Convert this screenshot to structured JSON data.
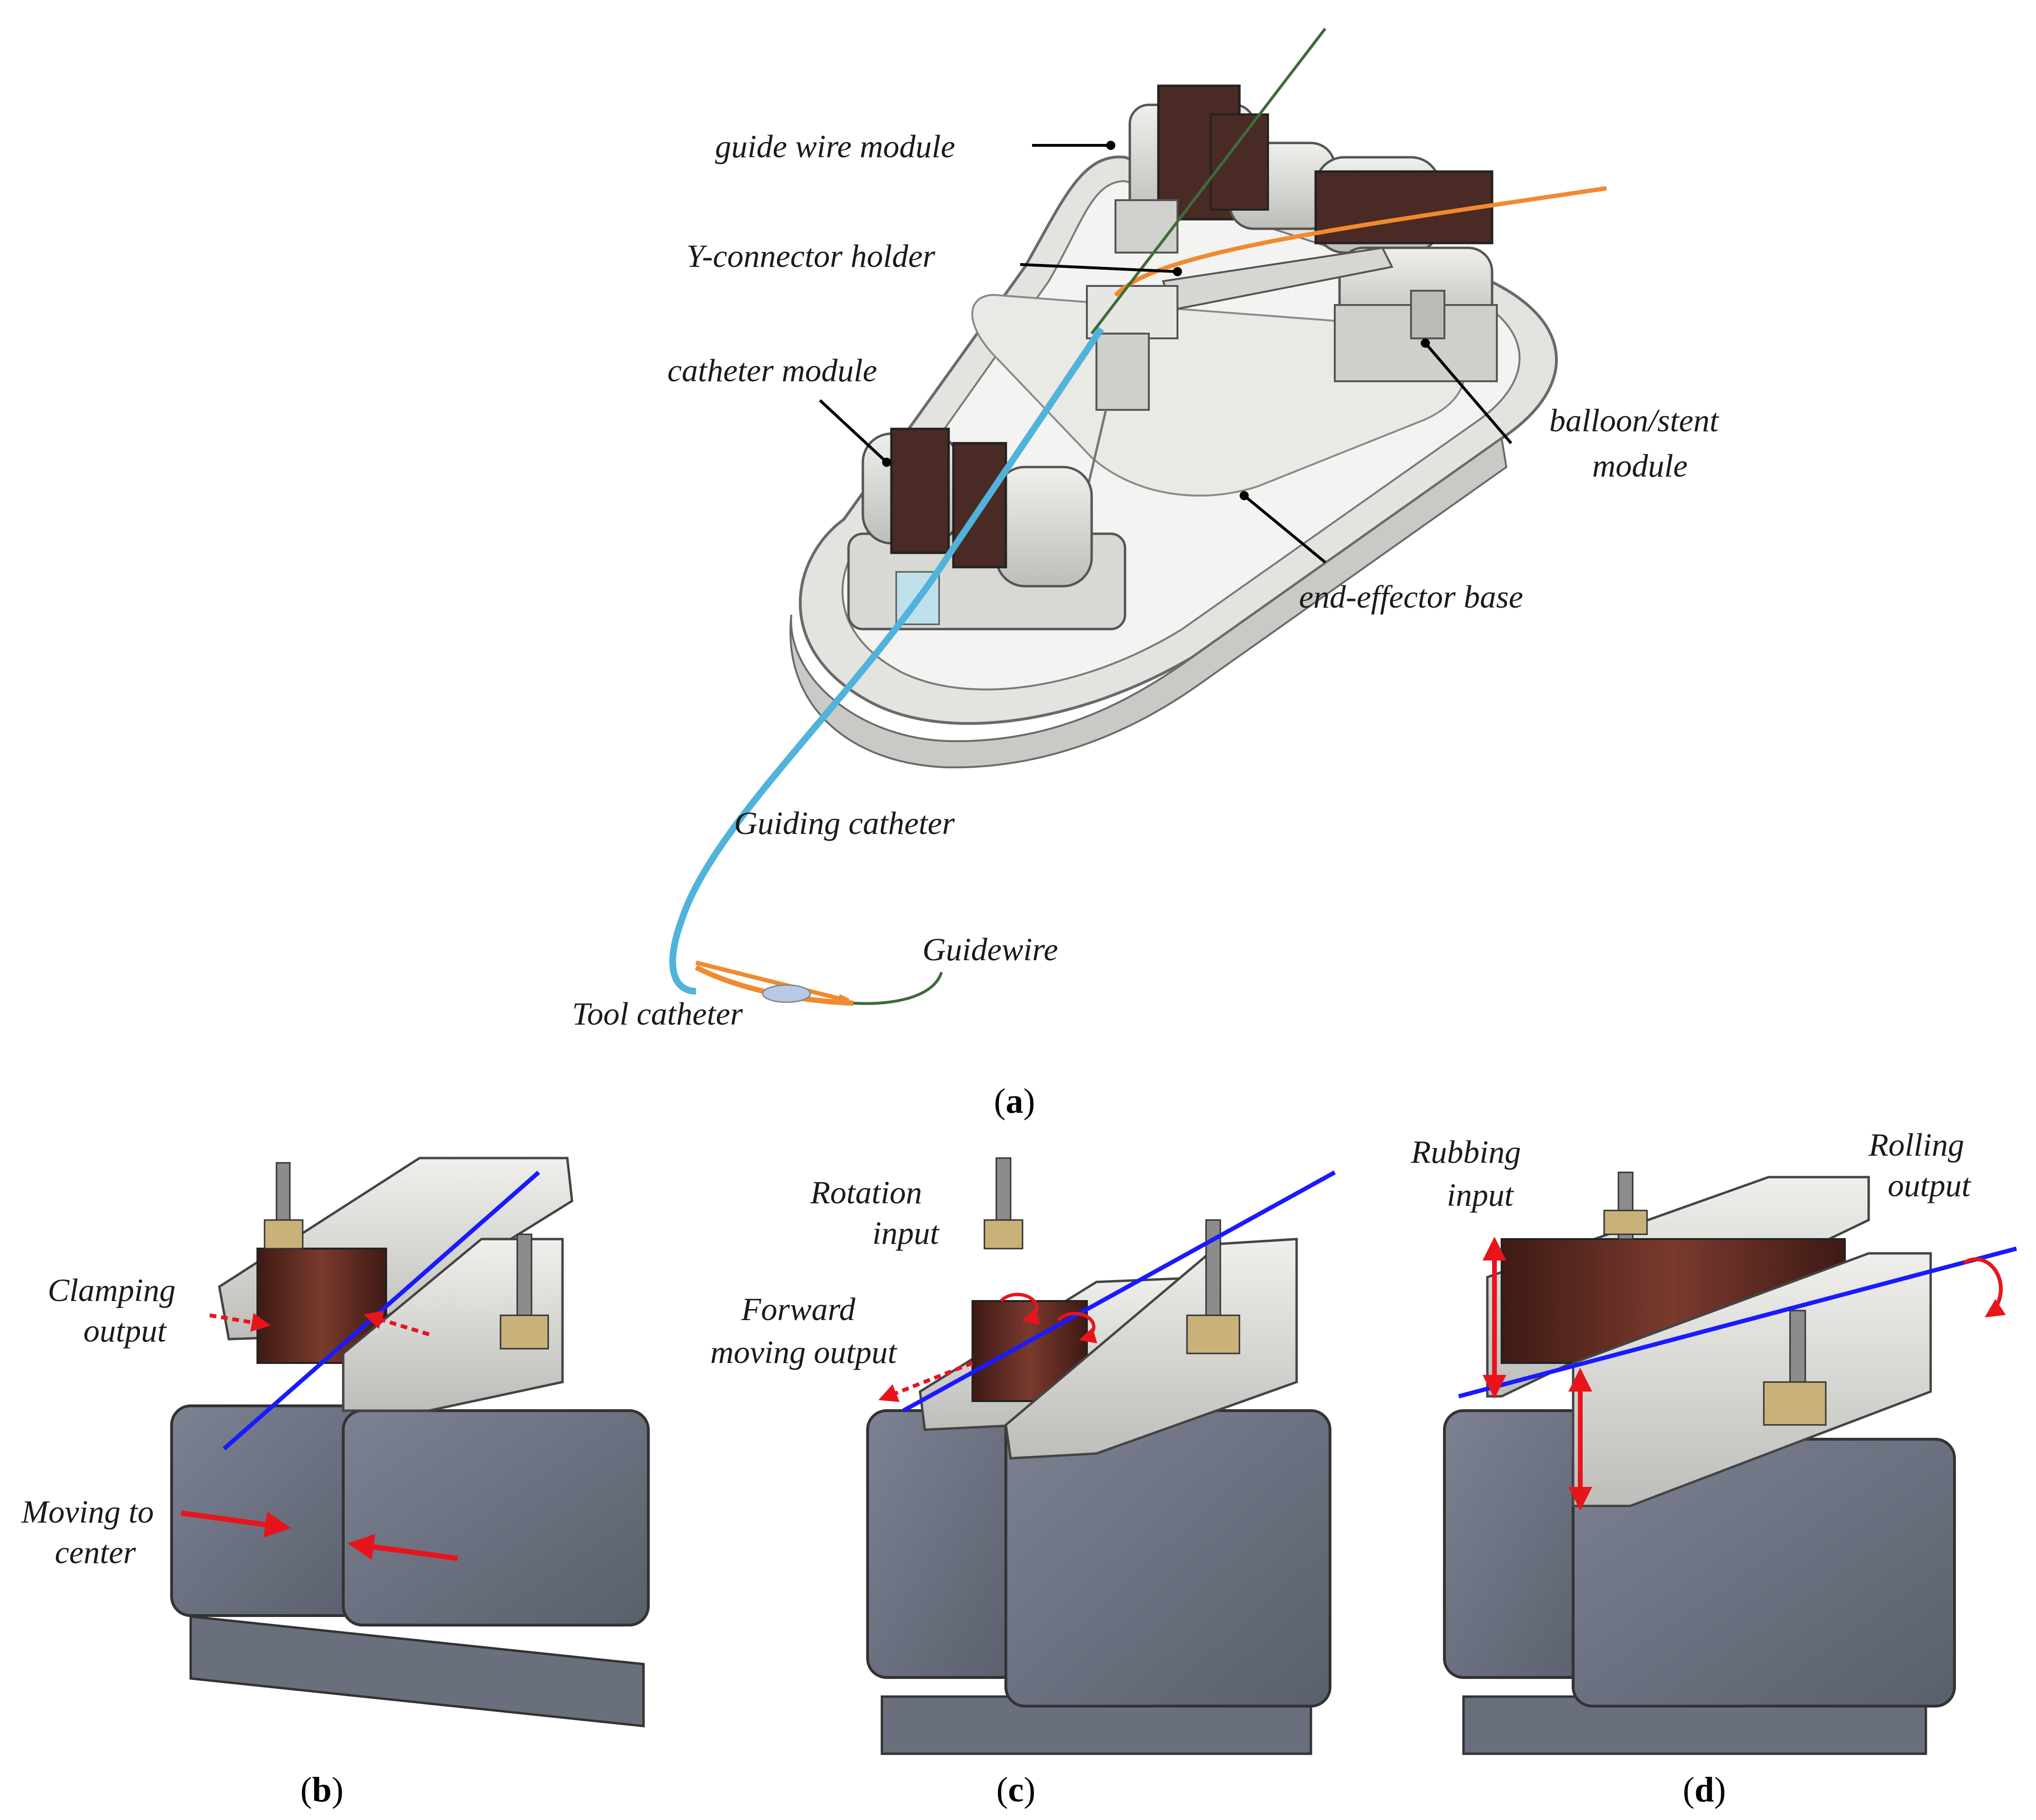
{
  "panel_a": {
    "labels": {
      "guide_wire_module": "guide wire module",
      "y_connector_holder": "Y-connector holder",
      "catheter_module": "catheter module",
      "balloon_stent_module_line1": "balloon/stent",
      "balloon_stent_module_line2": "module",
      "end_effector_base": "end-effector base",
      "guiding_catheter": "Guiding catheter",
      "guidewire": "Guidewire",
      "tool_catheter": "Tool catheter"
    },
    "caption_letter": "a"
  },
  "panel_b": {
    "labels": {
      "clamping_output_line1": "Clamping",
      "clamping_output_line2": "output",
      "moving_to_center_line1": "Moving to",
      "moving_to_center_line2": "center"
    },
    "caption_letter": "b"
  },
  "panel_c": {
    "labels": {
      "rotation_input_line1": "Rotation",
      "rotation_input_line2": "input",
      "forward_moving_output_line1": "Forward",
      "forward_moving_output_line2": "moving output"
    },
    "caption_letter": "c"
  },
  "panel_d": {
    "labels": {
      "rubbing_input_line1": "Rubbing",
      "rubbing_input_line2": "input",
      "rolling_output_line1": "Rolling",
      "rolling_output_line2": "output"
    },
    "caption_letter": "d"
  },
  "caption_open": "(",
  "caption_close": ")",
  "colors": {
    "metal_light": "#d9d9d6",
    "metal_mid": "#b9b9b6",
    "roller_dark": "#5a2a22",
    "housing": "#707686",
    "housing_dark": "#565b69",
    "guiding_catheter": "#4fb3dc",
    "tool_catheter": "#f08a30",
    "guidewire": "#3e6b3a",
    "axis_blue": "#1a1aff",
    "arrow_red": "#e8141c",
    "brass": "#c9b27a"
  }
}
